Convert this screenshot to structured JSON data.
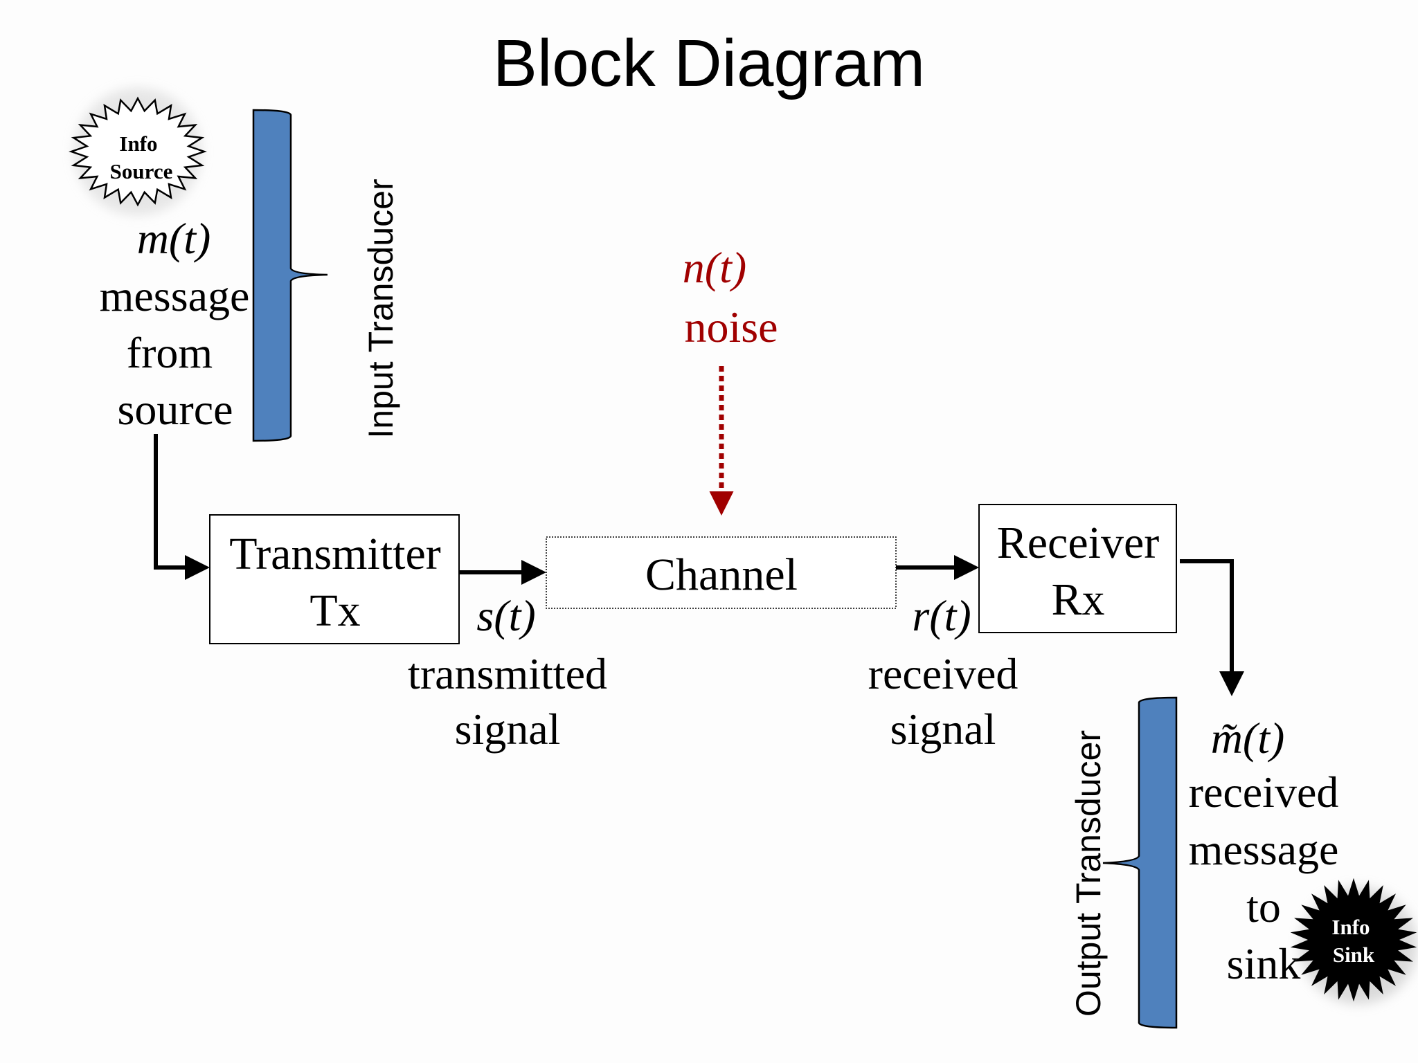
{
  "title": "Block Diagram",
  "source": {
    "badge": [
      "Info",
      "Source"
    ],
    "symbol": "m(t)",
    "label": [
      "message",
      "from",
      "source"
    ]
  },
  "input_transducer": "Input Transducer",
  "transmitter": {
    "lines": [
      "Transmitter",
      "Tx"
    ]
  },
  "transmitted": {
    "symbol": "s(t)",
    "label": [
      "transmitted",
      "signal"
    ]
  },
  "channel": {
    "label": "Channel"
  },
  "noise": {
    "symbol": "n(t)",
    "label": "noise"
  },
  "received_signal": {
    "symbol": "r(t)",
    "label": [
      "received",
      "signal"
    ]
  },
  "receiver": {
    "lines": [
      "Receiver",
      "Rx"
    ]
  },
  "output_transducer": "Output Transducer",
  "sink": {
    "symbol": "m̃(t)",
    "label": [
      "received",
      "message",
      "to",
      "sink"
    ],
    "badge": [
      "Info",
      "Sink"
    ]
  },
  "colors": {
    "transducer": "#4f81bd",
    "noise": "#a00000",
    "ink": "#000000"
  }
}
